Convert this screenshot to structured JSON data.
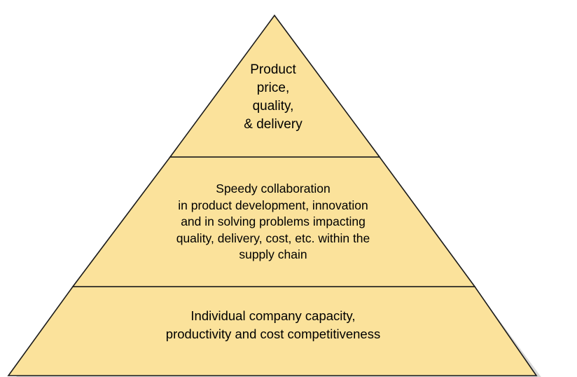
{
  "colors": {
    "fill": "#fbe29b",
    "stroke": "#1a1a1a",
    "shadow": "#c8c8c8"
  },
  "tiers": {
    "top": {
      "lines": [
        "Product",
        "price,",
        "quality,",
        "& delivery"
      ]
    },
    "middle": {
      "lines": [
        "Speedy collaboration",
        "in product development, innovation",
        "and in solving problems impacting",
        "quality, delivery, cost, etc. within the",
        "supply chain"
      ]
    },
    "bottom": {
      "lines": [
        "Individual company capacity,",
        "productivity and cost competitiveness"
      ]
    }
  }
}
